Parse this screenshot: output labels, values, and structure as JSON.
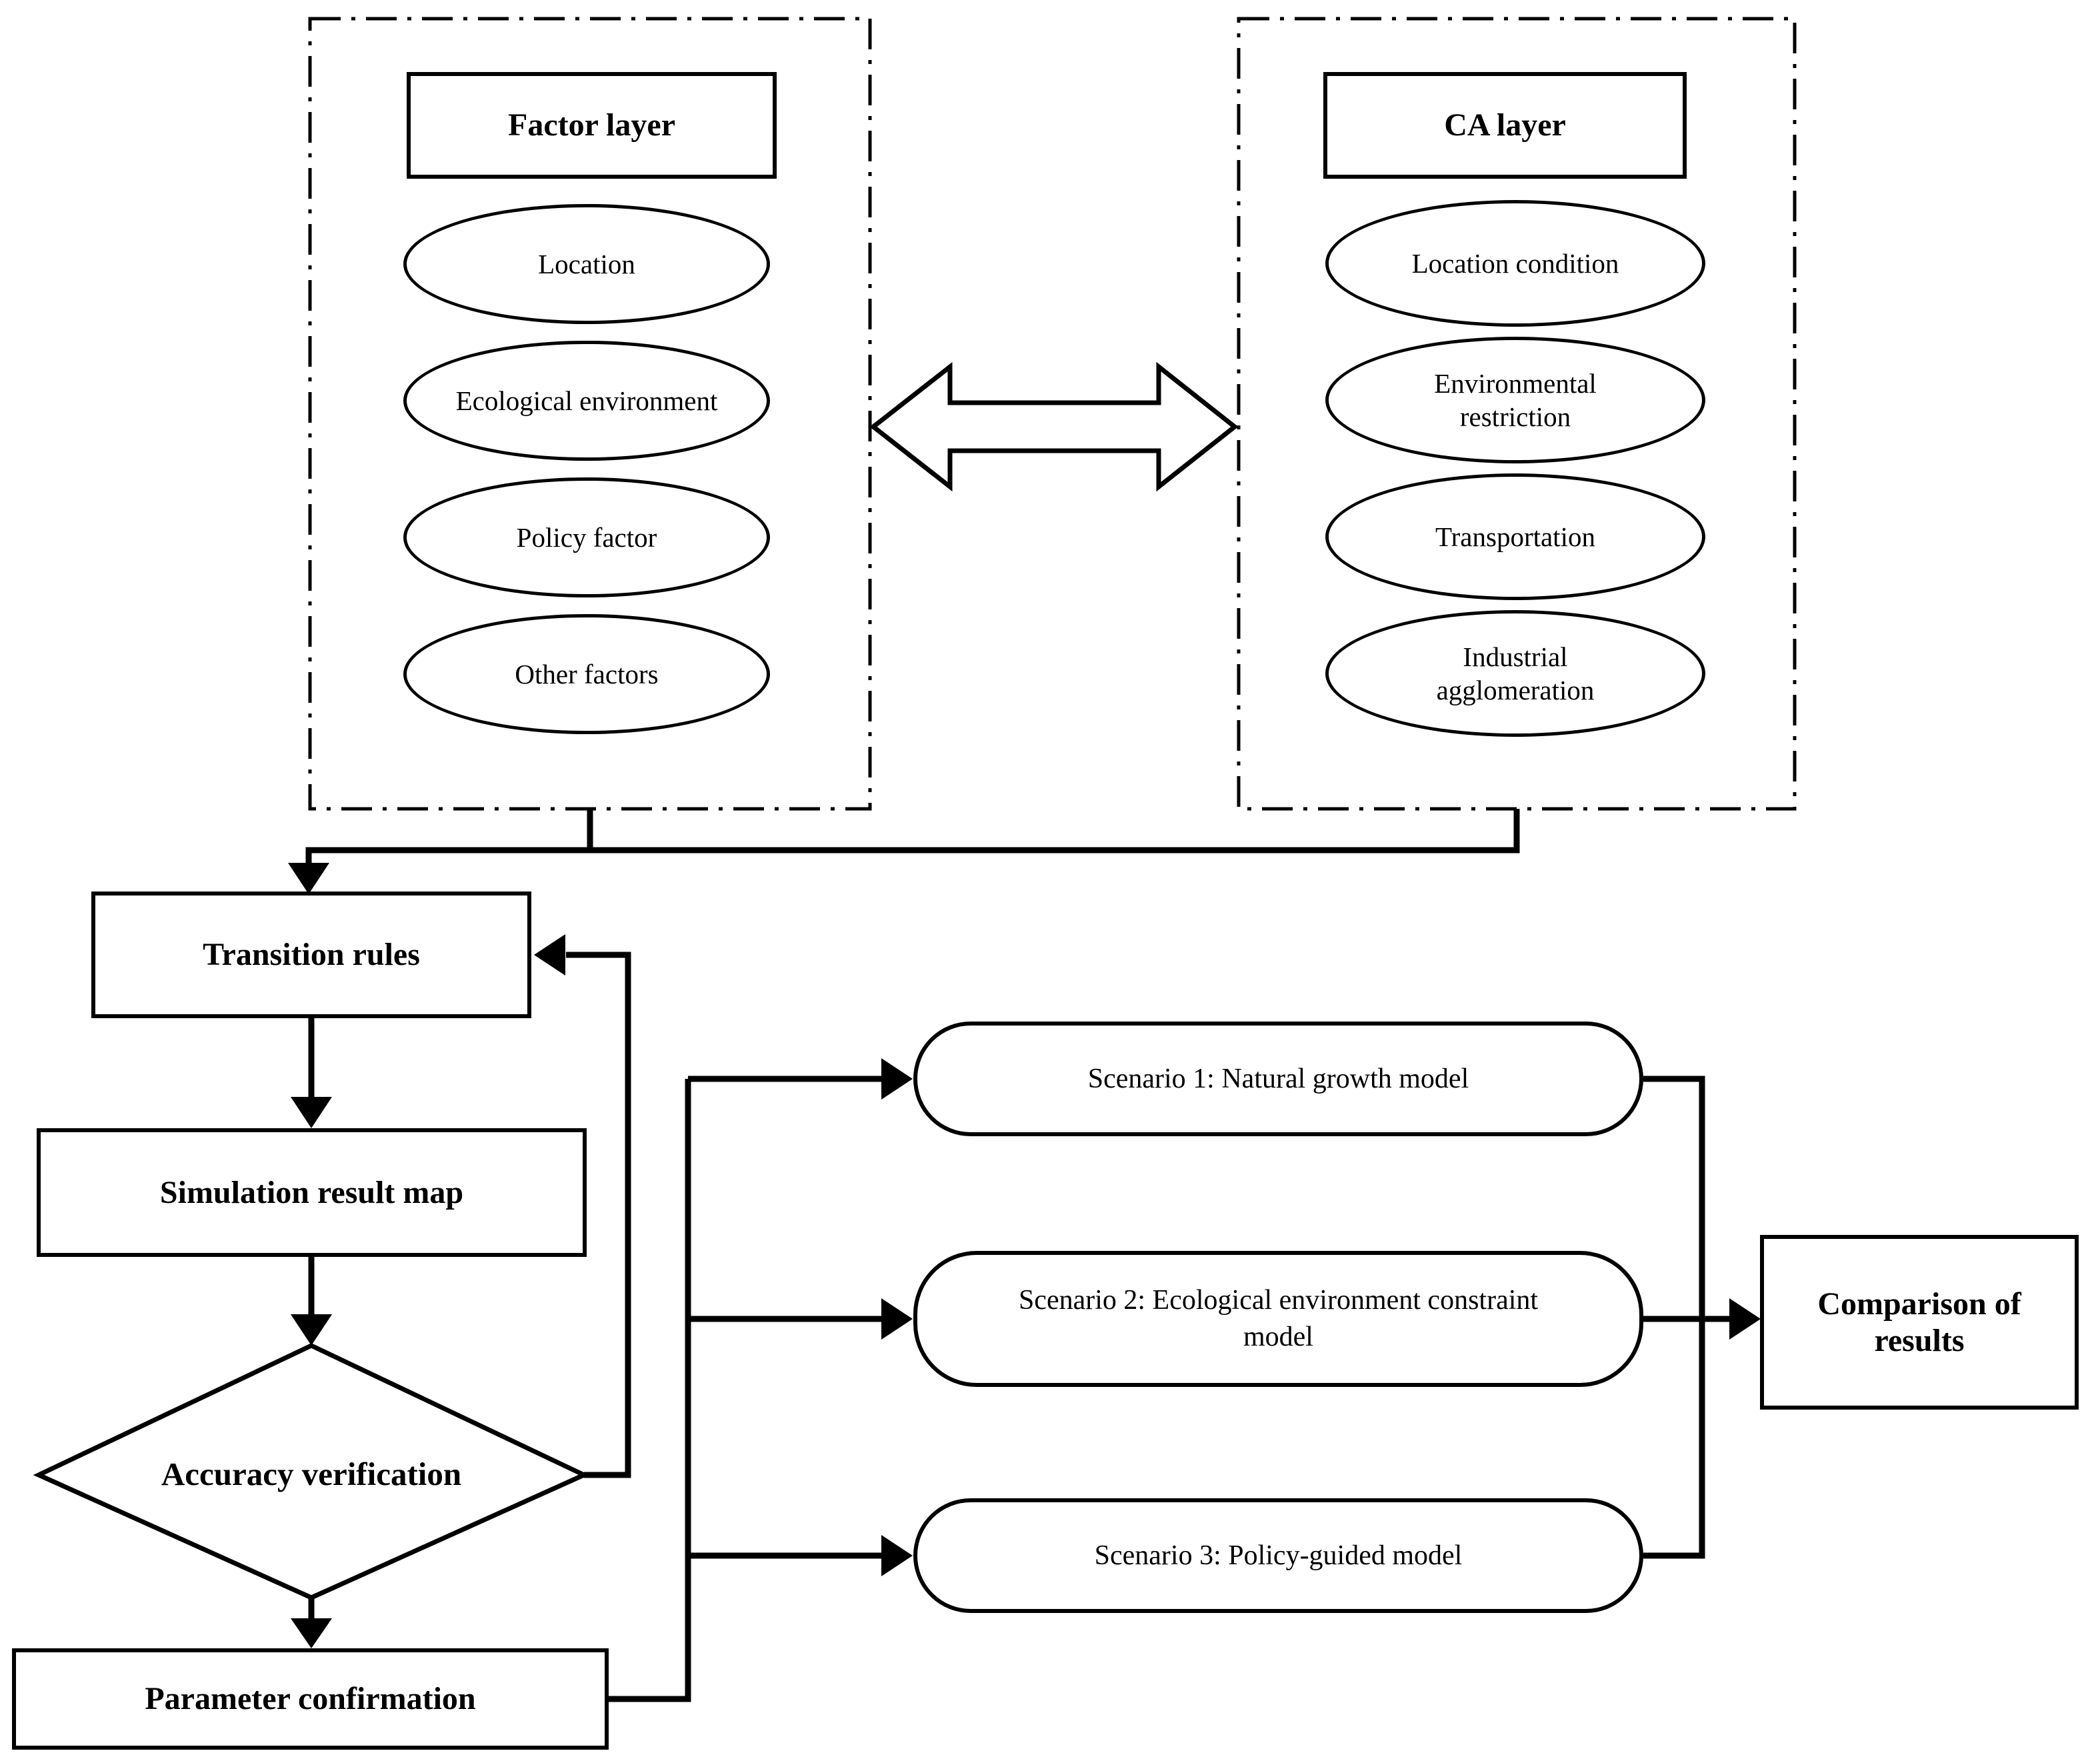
{
  "factor_layer": {
    "title": "Factor layer",
    "items": [
      "Location",
      "Ecological environment",
      "Policy factor",
      "Other factors"
    ]
  },
  "ca_layer": {
    "title": "CA layer",
    "items": [
      "Location condition",
      "Environmental restriction",
      "Transportation",
      "Industrial agglomeration"
    ]
  },
  "flow": {
    "transition_rules": "Transition rules",
    "simulation_result_map": "Simulation result map",
    "accuracy_verification": "Accuracy verification",
    "parameter_confirmation": "Parameter confirmation"
  },
  "scenarios": [
    "Scenario 1: Natural growth model",
    "Scenario 2: Ecological environment constraint model",
    "Scenario 3: Policy-guided model"
  ],
  "comparison": {
    "label": "Comparison of results"
  },
  "colors": {
    "ink": "#000000",
    "background": "#ffffff"
  }
}
